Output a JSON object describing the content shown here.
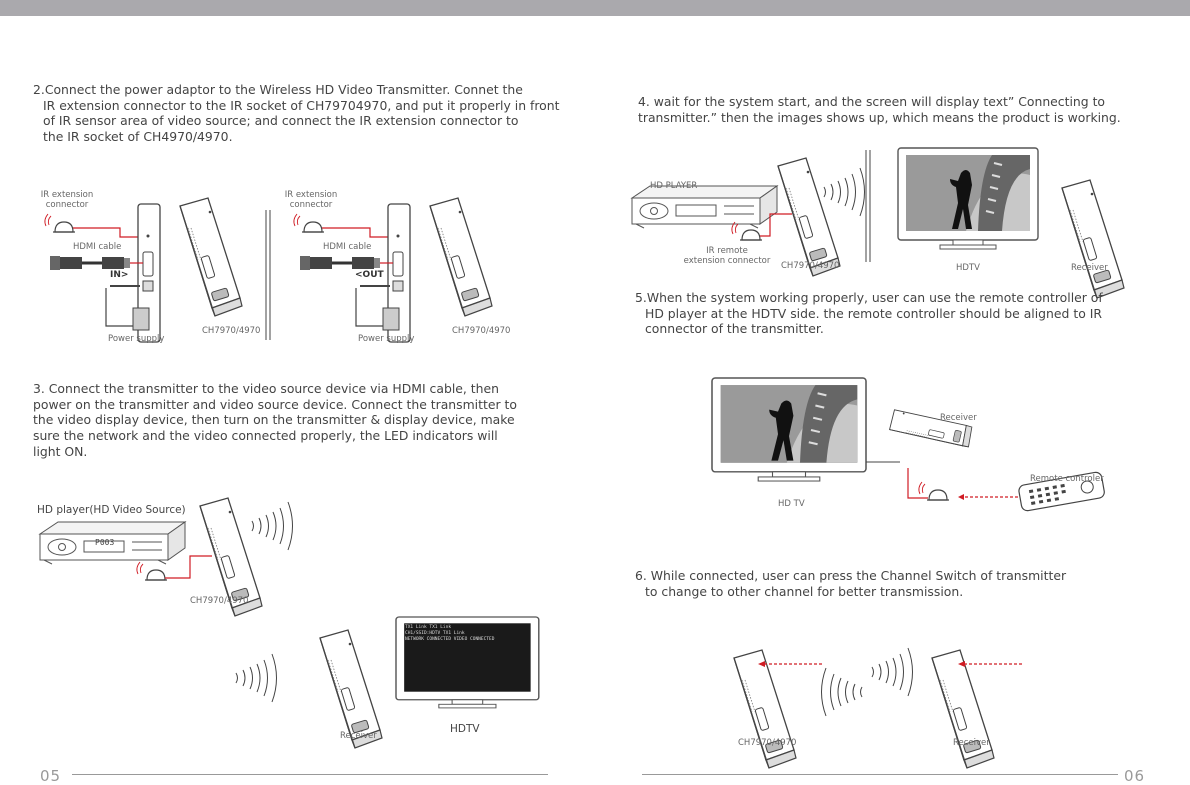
{
  "page_left": {
    "number": "05",
    "step2": {
      "lines": [
        "2.Connect the power adaptor to the Wireless HD Video Transmitter. Connet the",
        "IR extension connector to the IR socket of CH79704970, and put it properly in front",
        "of IR sensor area of video source; and connect the IR extension connector to",
        "the IR socket of CH4970/4970."
      ],
      "fig1": {
        "ir_label": [
          "IR extension",
          "connector"
        ],
        "hdmi_label": "HDMI cable",
        "port_label": "IN>",
        "power_label": "Power supply",
        "model_label": "CH7970/4970"
      },
      "fig2": {
        "ir_label": [
          "IR extension",
          "connector"
        ],
        "hdmi_label": "HDMI cable",
        "port_label": "<OUT",
        "power_label": "Power supply",
        "model_label": "CH7970/4970"
      }
    },
    "step3": {
      "lines": [
        "3. Connect the transmitter to the video source device via HDMI cable, then",
        "power on the transmitter and video source device. Connect the transmitter to",
        "the video display device, then turn on the transmitter & display device, make",
        "sure the network and the video connected properly, the LED indicators will",
        "light ON."
      ],
      "source_label": "HD player(HD Video Source)",
      "model_label": "CH7970/4970",
      "receiver_label": "Receiver",
      "tv_label": "HDTV",
      "player_display": "P003",
      "screen_text": [
        "TX1 Link       TX1 Link",
        "CH1/SSID:HDTV    TX1 Link",
        "NETWORK CONNECTED  VIDEO CONNECTED"
      ]
    }
  },
  "page_right": {
    "number": "06",
    "step4": {
      "lines": [
        "4. wait for the system start, and the screen will display text”  Connecting to",
        "transmitter.”  then the images shows up, which means the product is working."
      ],
      "player_label": "HD PLAYER",
      "ir_label": [
        "IR remote",
        "extension connector"
      ],
      "model_label": "CH7970/4970",
      "tv_label": "HDTV",
      "receiver_label": "Receiver"
    },
    "step5": {
      "lines": [
        "5.When the system working properly, user can use the remote controller of",
        "HD player at the HDTV side. the remote controller should be aligned to IR",
        "connector of the transmitter."
      ],
      "receiver_label": "Receiver",
      "remote_label": "Remote controler",
      "tv_label": "HD TV"
    },
    "step6": {
      "lines": [
        "6. While connected, user can press the Channel Switch of transmitter",
        "to change to other channel for better transmission."
      ],
      "model_label": "CH7970/4970",
      "receiver_label": "Receiver"
    }
  },
  "colors": {
    "top_bar": "#aaa9ad",
    "accent_red": "#d01c24",
    "line_gray": "#555555"
  }
}
